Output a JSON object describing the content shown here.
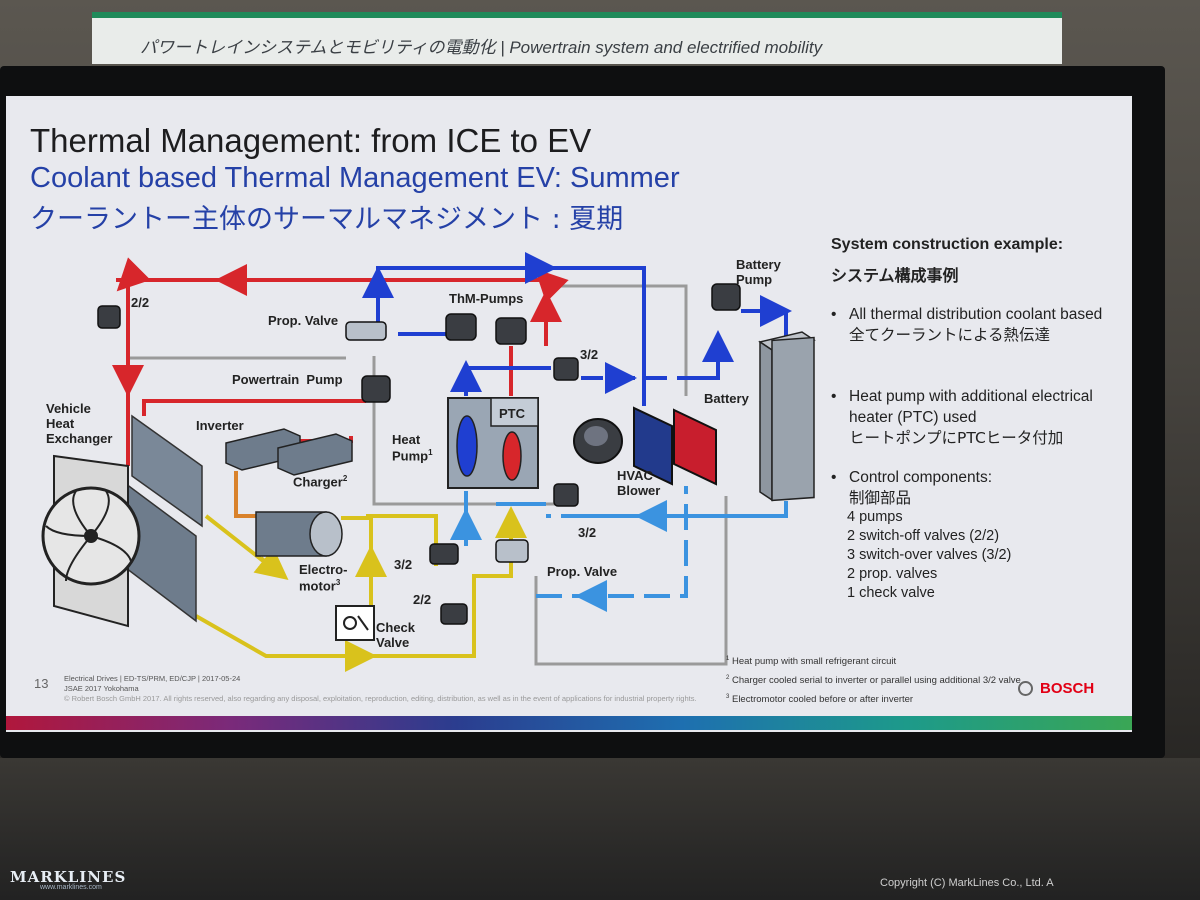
{
  "banner": {
    "text": "パワートレインシステムとモビリティの電動化 | Powertrain system and electrified mobility"
  },
  "slide": {
    "title": "Thermal Management: from ICE to EV",
    "subtitle_en": "Coolant based Thermal Management EV: Summer",
    "subtitle_ja": "クーラントー主体のサーマルマネジメント : 夏期",
    "labels": {
      "valve_22_top": "2/2",
      "prop_valve_top": "Prop. Valve",
      "thm_pumps": "ThM-Pumps",
      "valve_32_top": "3/2",
      "battery_pump": "Battery\nPump",
      "powertrain_pump": "Powertrain  Pump",
      "vehicle_heat_exchanger": "Vehicle\nHeat\nExchanger",
      "inverter": "Inverter",
      "charger": "Charger",
      "charger_sup": "2",
      "heat_pump": "Heat\nPump",
      "heat_pump_sup": "1",
      "ptc": "PTC",
      "hvac_blower": "HVAC\nBlower",
      "battery": "Battery",
      "electromotor": "Electro-\nmotor",
      "electromotor_sup": "3",
      "valve_32_left": "3/2",
      "valve_32_right": "3/2",
      "prop_valve_bottom": "Prop. Valve",
      "valve_22_bottom": "2/2",
      "check_valve": "Check\nValve"
    },
    "system": {
      "heading": "System construction example:",
      "heading_ja": "システム構成事例",
      "bullets": [
        {
          "text": "All thermal distribution coolant based",
          "ja": "全てクーラントによる熱伝達"
        },
        {
          "text": "Heat pump with additional electrical heater (PTC) used",
          "ja": "ヒートポンプにPTCヒータ付加"
        },
        {
          "text": "Control components:",
          "ja": "制御部品"
        }
      ],
      "components": [
        "4 pumps",
        "2 switch-off valves (2/2)",
        "3 switch-over valves (3/2)",
        "2 prop. valves",
        "1 check valve"
      ]
    },
    "footnotes": [
      {
        "num": "1",
        "text": "Heat pump with small refrigerant circuit"
      },
      {
        "num": "2",
        "text": "Charger cooled serial to inverter or parallel using additional 3/2 valve"
      },
      {
        "num": "3",
        "text": "Electromotor cooled before or after inverter"
      }
    ],
    "footer": {
      "page_number": "13",
      "line1": "Electrical Drives | ED-TS/PRM, ED/CJP | 2017-05-24",
      "line2": "JSAE 2017 Yokohama",
      "line3": "© Robert Bosch GmbH 2017. All rights reserved, also regarding any disposal, exploitation, reproduction, editing, distribution, as well as in the event of applications for industrial property rights."
    },
    "brand": "BOSCH"
  },
  "watermark": {
    "logo": "MARKLINES",
    "url": "www.marklines.com",
    "copyright": "Copyright (C) MarkLines Co., Ltd. A"
  },
  "colors": {
    "red_circuit": "#d7262b",
    "blue_circuit": "#1f3fd1",
    "light_blue_circuit": "#3b93e0",
    "yellow_circuit": "#d9c21c",
    "orange_circuit": "#d9822b",
    "gray_circuit": "#9a9a9a",
    "title_blue": "#2541a7",
    "bosch_red": "#e20015"
  }
}
